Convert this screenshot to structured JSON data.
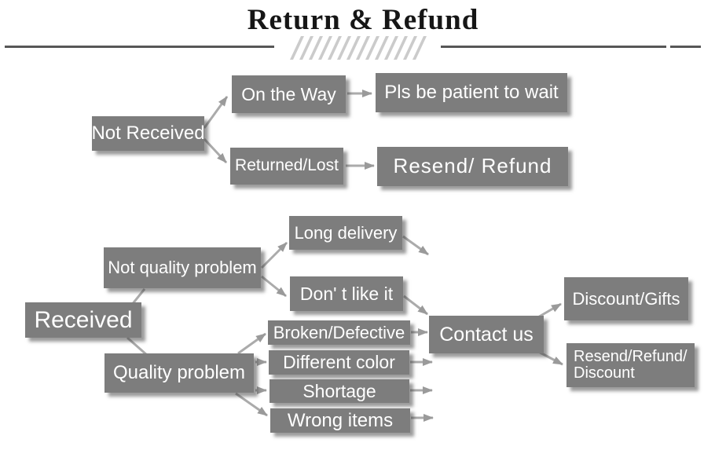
{
  "title": "Return & Refund",
  "flow": {
    "not_received": {
      "label": "Not Received"
    },
    "on_the_way": {
      "label": "On the Way"
    },
    "pls_wait": {
      "label": "Pls be patient to wait"
    },
    "returned_lost": {
      "label": "Returned/Lost"
    },
    "resend_refund": {
      "label": "Resend/ Refund"
    },
    "received": {
      "label": "Received"
    },
    "not_quality_problem": {
      "label": "Not quality problem"
    },
    "quality_problem": {
      "label": "Quality problem"
    },
    "long_delivery": {
      "label": "Long delivery"
    },
    "dont_like_it": {
      "label": "Don' t like it"
    },
    "broken_defective": {
      "label": "Broken/Defective"
    },
    "different_color": {
      "label": "Different color"
    },
    "shortage": {
      "label": "Shortage"
    },
    "wrong_items": {
      "label": "Wrong items"
    },
    "contact_us": {
      "label": "Contact us"
    },
    "discount_gifts": {
      "label": "Discount/Gifts"
    },
    "resend_refund_discount": {
      "line1": "Resend/Refund/",
      "line2": "Discount"
    }
  },
  "colors": {
    "box": "#7d7d7d",
    "box_text": "#ffffff",
    "arrow": "#ababab",
    "arrowhead": "#9a9a9a",
    "title": "#161616",
    "separator": "#575757",
    "hatch": "#cbcbcb",
    "bg": "#ffffff"
  }
}
